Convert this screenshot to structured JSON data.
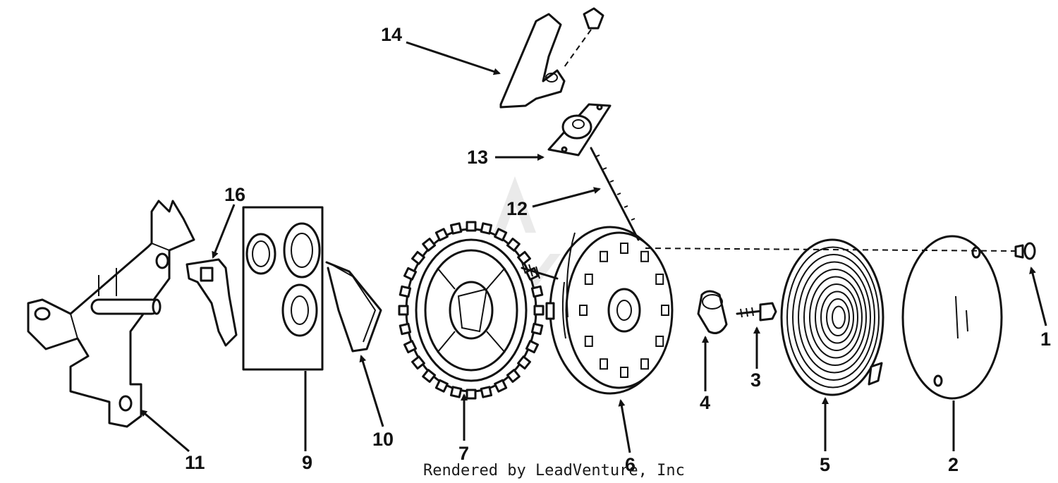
{
  "diagram": {
    "watermark": "",
    "credit": "Rendered by LeadVenture, Inc",
    "callouts": [
      {
        "id": "1",
        "label": "1",
        "part": "screw"
      },
      {
        "id": "2",
        "label": "2",
        "part": "cover"
      },
      {
        "id": "3",
        "label": "3",
        "part": "bolt"
      },
      {
        "id": "4",
        "label": "4",
        "part": "retainer"
      },
      {
        "id": "5",
        "label": "5",
        "part": "recoil-spring"
      },
      {
        "id": "6",
        "label": "6",
        "part": "pulley"
      },
      {
        "id": "7",
        "label": "7",
        "part": "starter-gear"
      },
      {
        "id": "9",
        "label": "9",
        "part": "parts-kit"
      },
      {
        "id": "10",
        "label": "10",
        "part": "spring-clip"
      },
      {
        "id": "11",
        "label": "11",
        "part": "bracket"
      },
      {
        "id": "12",
        "label": "12",
        "part": "rope"
      },
      {
        "id": "13",
        "label": "13",
        "part": "rope-guide-plate"
      },
      {
        "id": "14",
        "label": "14",
        "part": "handle"
      },
      {
        "id": "16",
        "label": "16",
        "part": "lever"
      }
    ]
  }
}
